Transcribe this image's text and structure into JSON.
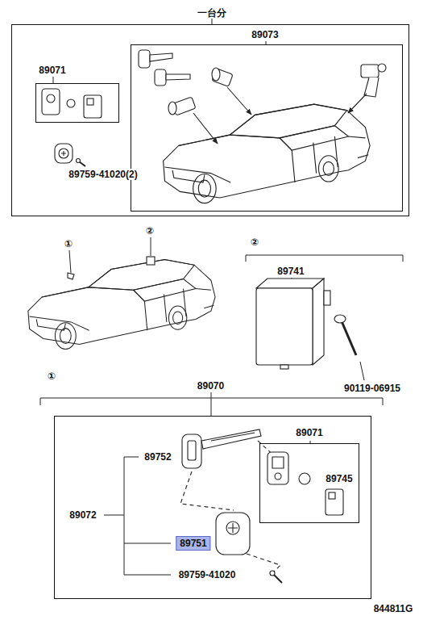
{
  "diagram": {
    "nodes": [
      {
        "text": [
          "一台分"
        ]
      },
      {
        "text": [
          "89073"
        ],
        "in": 0
      },
      {
        "text": [
          "89071"
        ],
        "in": 0
      },
      {
        "text": [
          "89070"
        ]
      },
      {
        "text": [
          "89071"
        ],
        "in": 3
      }
    ],
    "labels": [
      "89759-41020(2)",
      "①",
      "②",
      "89741",
      "②",
      "90119-06915",
      "①",
      "89752",
      "89745",
      "89072",
      "89751",
      "89759-41020",
      "844811G"
    ]
  }
}
